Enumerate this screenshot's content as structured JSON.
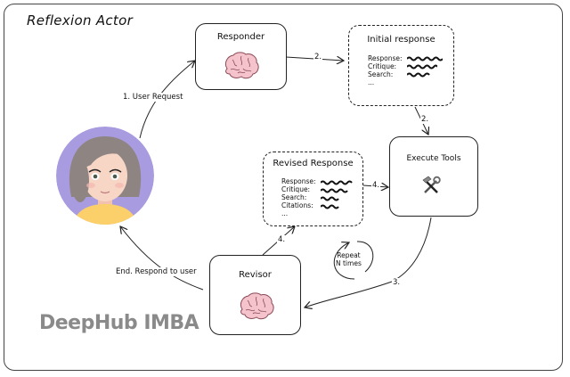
{
  "title": "Reflexion Actor",
  "watermark": "DeepHub IMBA",
  "nodes": {
    "responder": {
      "title": "Responder",
      "icon": "brain-icon"
    },
    "initial_response": {
      "title": "Initial response",
      "fields": [
        "Response:",
        "Critique:",
        "Search:",
        "..."
      ]
    },
    "execute_tools": {
      "title": "Execute Tools",
      "icon": "tools-icon"
    },
    "revised_response": {
      "title": "Revised Response",
      "fields": [
        "Response:",
        "Critique:",
        "Search:",
        "Citations:",
        "..."
      ]
    },
    "revisor": {
      "title": "Revisor",
      "icon": "brain-icon"
    },
    "user": {
      "icon": "user-avatar"
    }
  },
  "edges": {
    "user_request": "1. User Request",
    "responder_to_initial": "2.",
    "initial_to_tools": "2.",
    "tools_to_revisor": "3.",
    "revisor_to_revised": "4.",
    "revised_to_tools": "4.",
    "end": "End. Respond to user"
  },
  "loop_note": {
    "line1": "Repeat",
    "line2": "N times"
  },
  "colors": {
    "brain_fill": "#f4c3cc",
    "brain_stroke": "#8a4a57",
    "avatar_bg": "#a99be0",
    "hair": "#8e8582",
    "skin": "#f7d6c6",
    "shirt": "#fbd06a",
    "watermark": "#8a8a8a"
  }
}
